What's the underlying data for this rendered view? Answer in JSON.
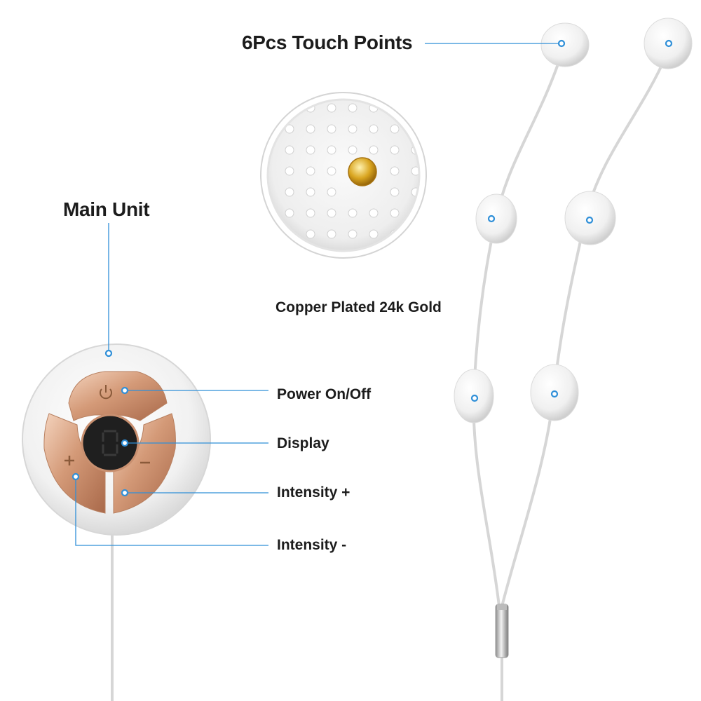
{
  "titles": {
    "touch_points": "6Pcs Touch Points",
    "main_unit": "Main Unit"
  },
  "captions": {
    "electrode": "Copper Plated 24k Gold"
  },
  "controls": {
    "power": "Power On/Off",
    "display": "Display",
    "intensity_plus": "Intensity +",
    "intensity_minus": "Intensity -"
  },
  "colors": {
    "accent_blue": "#2f8fd8",
    "rose_gold": "#d9a586",
    "device_white": "#f3f3f3",
    "label_text": "#1c1c1c"
  },
  "icons": {
    "power": "power-icon",
    "plus": "plus-icon",
    "minus": "minus-icon",
    "display_digit": "segment-display-icon"
  }
}
